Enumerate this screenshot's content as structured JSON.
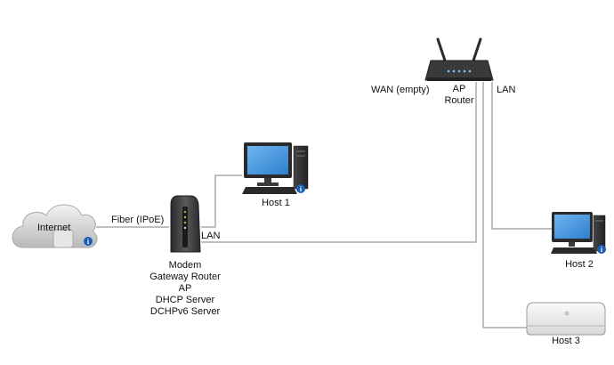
{
  "nodes": {
    "internet": {
      "label": "Internet",
      "icon": "cloud-icon"
    },
    "modem": {
      "label_lines": [
        "Modem",
        "Gateway Router",
        "AP",
        "DHCP Server",
        "DCHPv6 Server"
      ],
      "icon": "modem-icon"
    },
    "router": {
      "label_lines": [
        "AP",
        "Router"
      ],
      "icon": "wifi-router-icon"
    },
    "host1": {
      "label": "Host 1",
      "icon": "desktop-computer-icon"
    },
    "host2": {
      "label": "Host 2",
      "icon": "desktop-computer-icon"
    },
    "host3": {
      "label": "Host 3",
      "icon": "mini-server-icon"
    }
  },
  "links": {
    "fiber_label": "Fiber (IPoE)",
    "modem_lan_label": "LAN",
    "router_wan_label": "WAN (empty)",
    "router_lan_label": "LAN"
  },
  "colors": {
    "line": "#7f7f7f",
    "screen_blue": "#3d8fd6",
    "device_dark": "#3a3a3a",
    "info_badge": "#1a5fb4"
  }
}
